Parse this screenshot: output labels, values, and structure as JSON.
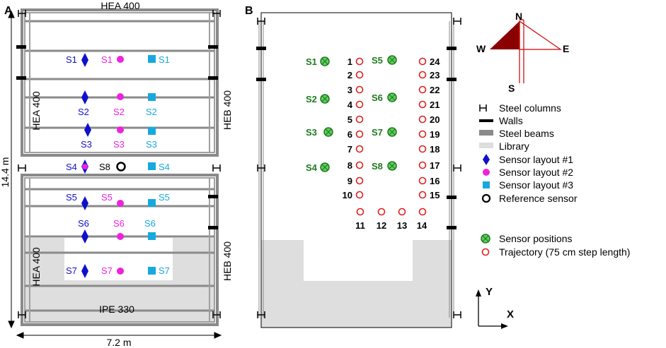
{
  "panelA": {
    "label": "A",
    "beam_top": "HEA 400",
    "beam_left_upper": "HEA 400",
    "beam_right_upper": "HEB 400",
    "beam_left_lower": "HEA 400",
    "beam_right_lower": "HEB 400",
    "beam_bottom": "IPE 330",
    "dim_height": "14.4 m",
    "dim_width": "7.2 m",
    "reference_sensor": "S8",
    "sensors": [
      "S1",
      "S2",
      "S3",
      "S4",
      "S5",
      "S6",
      "S7"
    ]
  },
  "panelB": {
    "label": "B",
    "sensor_positions": [
      "S1",
      "S2",
      "S3",
      "S4",
      "S5",
      "S6",
      "S7",
      "S8"
    ],
    "trajectory": [
      "1",
      "2",
      "3",
      "4",
      "5",
      "6",
      "7",
      "8",
      "9",
      "10",
      "11",
      "12",
      "13",
      "14",
      "15",
      "16",
      "17",
      "18",
      "19",
      "20",
      "21",
      "22",
      "23",
      "24"
    ],
    "axis_y": "Y",
    "axis_x": "X"
  },
  "compass": {
    "n": "N",
    "s": "S",
    "e": "E",
    "w": "W"
  },
  "legend": {
    "steel_columns": "Steel columns",
    "walls": "Walls",
    "steel_beams": "Steel beams",
    "library": "Library",
    "layout1": "Sensor layout #1",
    "layout2": "Sensor layout #2",
    "layout3": "Sensor layout #3",
    "reference": "Reference sensor",
    "sensor_positions": "Sensor positions",
    "trajectory": "Trajectory (75 cm step length)"
  },
  "colors": {
    "layout1": "#1010cc",
    "layout2": "#ee22dd",
    "layout3": "#18a8e0",
    "sensor_green": "#1e7a1e",
    "sensor_fill": "#5fcf5f",
    "trajectory": "#e02020",
    "library": "#dedede",
    "beam": "#8a8a8a",
    "compass": "#8b0000"
  }
}
